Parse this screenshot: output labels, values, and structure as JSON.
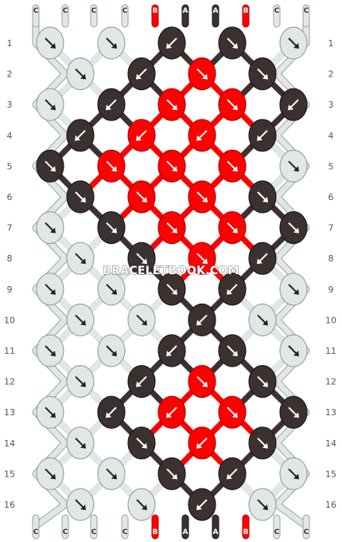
{
  "pattern": {
    "threads_top": [
      "C",
      "C",
      "C",
      "C",
      "B",
      "A",
      "A",
      "B",
      "C",
      "C"
    ],
    "threads_bottom": [
      "C",
      "C",
      "C",
      "C",
      "B",
      "A",
      "A",
      "B",
      "C",
      "C"
    ],
    "colors": {
      "A": "#3b3131",
      "B": "#ff0000",
      "C": "#e1e6e6"
    },
    "row_labels": [
      "1",
      "2",
      "3",
      "4",
      "5",
      "6",
      "7",
      "8",
      "9",
      "10",
      "11",
      "12",
      "13",
      "14",
      "15",
      "16"
    ],
    "knots": [
      [
        "C",
        "C",
        "A",
        "A",
        "C"
      ],
      [
        "C",
        "A",
        "B",
        "A"
      ],
      [
        "C",
        "A",
        "B",
        "B",
        "A"
      ],
      [
        "A",
        "B",
        "B",
        "A"
      ],
      [
        "A",
        "B",
        "B",
        "B",
        "C"
      ],
      [
        "A",
        "B",
        "B",
        "A"
      ],
      [
        "C",
        "A",
        "B",
        "B",
        "A"
      ],
      [
        "C",
        "A",
        "B",
        "A"
      ],
      [
        "C",
        "C",
        "A",
        "A",
        "C"
      ],
      [
        "C",
        "C",
        "A",
        "C"
      ],
      [
        "C",
        "C",
        "A",
        "A",
        "C"
      ],
      [
        "C",
        "A",
        "B",
        "A"
      ],
      [
        "C",
        "A",
        "B",
        "B",
        "A"
      ],
      [
        "C",
        "A",
        "B",
        "A"
      ],
      [
        "C",
        "C",
        "A",
        "A",
        "C"
      ],
      [
        "C",
        "C",
        "A",
        "C"
      ]
    ],
    "arrows": [
      [
        "se",
        "se",
        "sw",
        "se",
        "se"
      ],
      [
        "se",
        "sw",
        "se",
        "se"
      ],
      [
        "se",
        "sw",
        "se",
        "se",
        "sw"
      ],
      [
        "sw",
        "sw",
        "sw",
        "sw"
      ],
      [
        "se",
        "se",
        "se",
        "se",
        "se"
      ],
      [
        "se",
        "se",
        "se",
        "se"
      ],
      [
        "se",
        "se",
        "se",
        "se",
        "se"
      ],
      [
        "se",
        "se",
        "se",
        "sw"
      ],
      [
        "se",
        "se",
        "se",
        "sw",
        "se"
      ],
      [
        "se",
        "se",
        "sw",
        "se"
      ],
      [
        "se",
        "se",
        "sw",
        "se",
        "se"
      ],
      [
        "se",
        "sw",
        "se",
        "se"
      ],
      [
        "se",
        "sw",
        "sw",
        "se",
        "se"
      ],
      [
        "se",
        "se",
        "sw",
        "se"
      ],
      [
        "se",
        "se",
        "se",
        "sw",
        "se"
      ],
      [
        "se",
        "se",
        "sw",
        "se"
      ]
    ],
    "watermark": "BRACELETBOOK.COM"
  }
}
